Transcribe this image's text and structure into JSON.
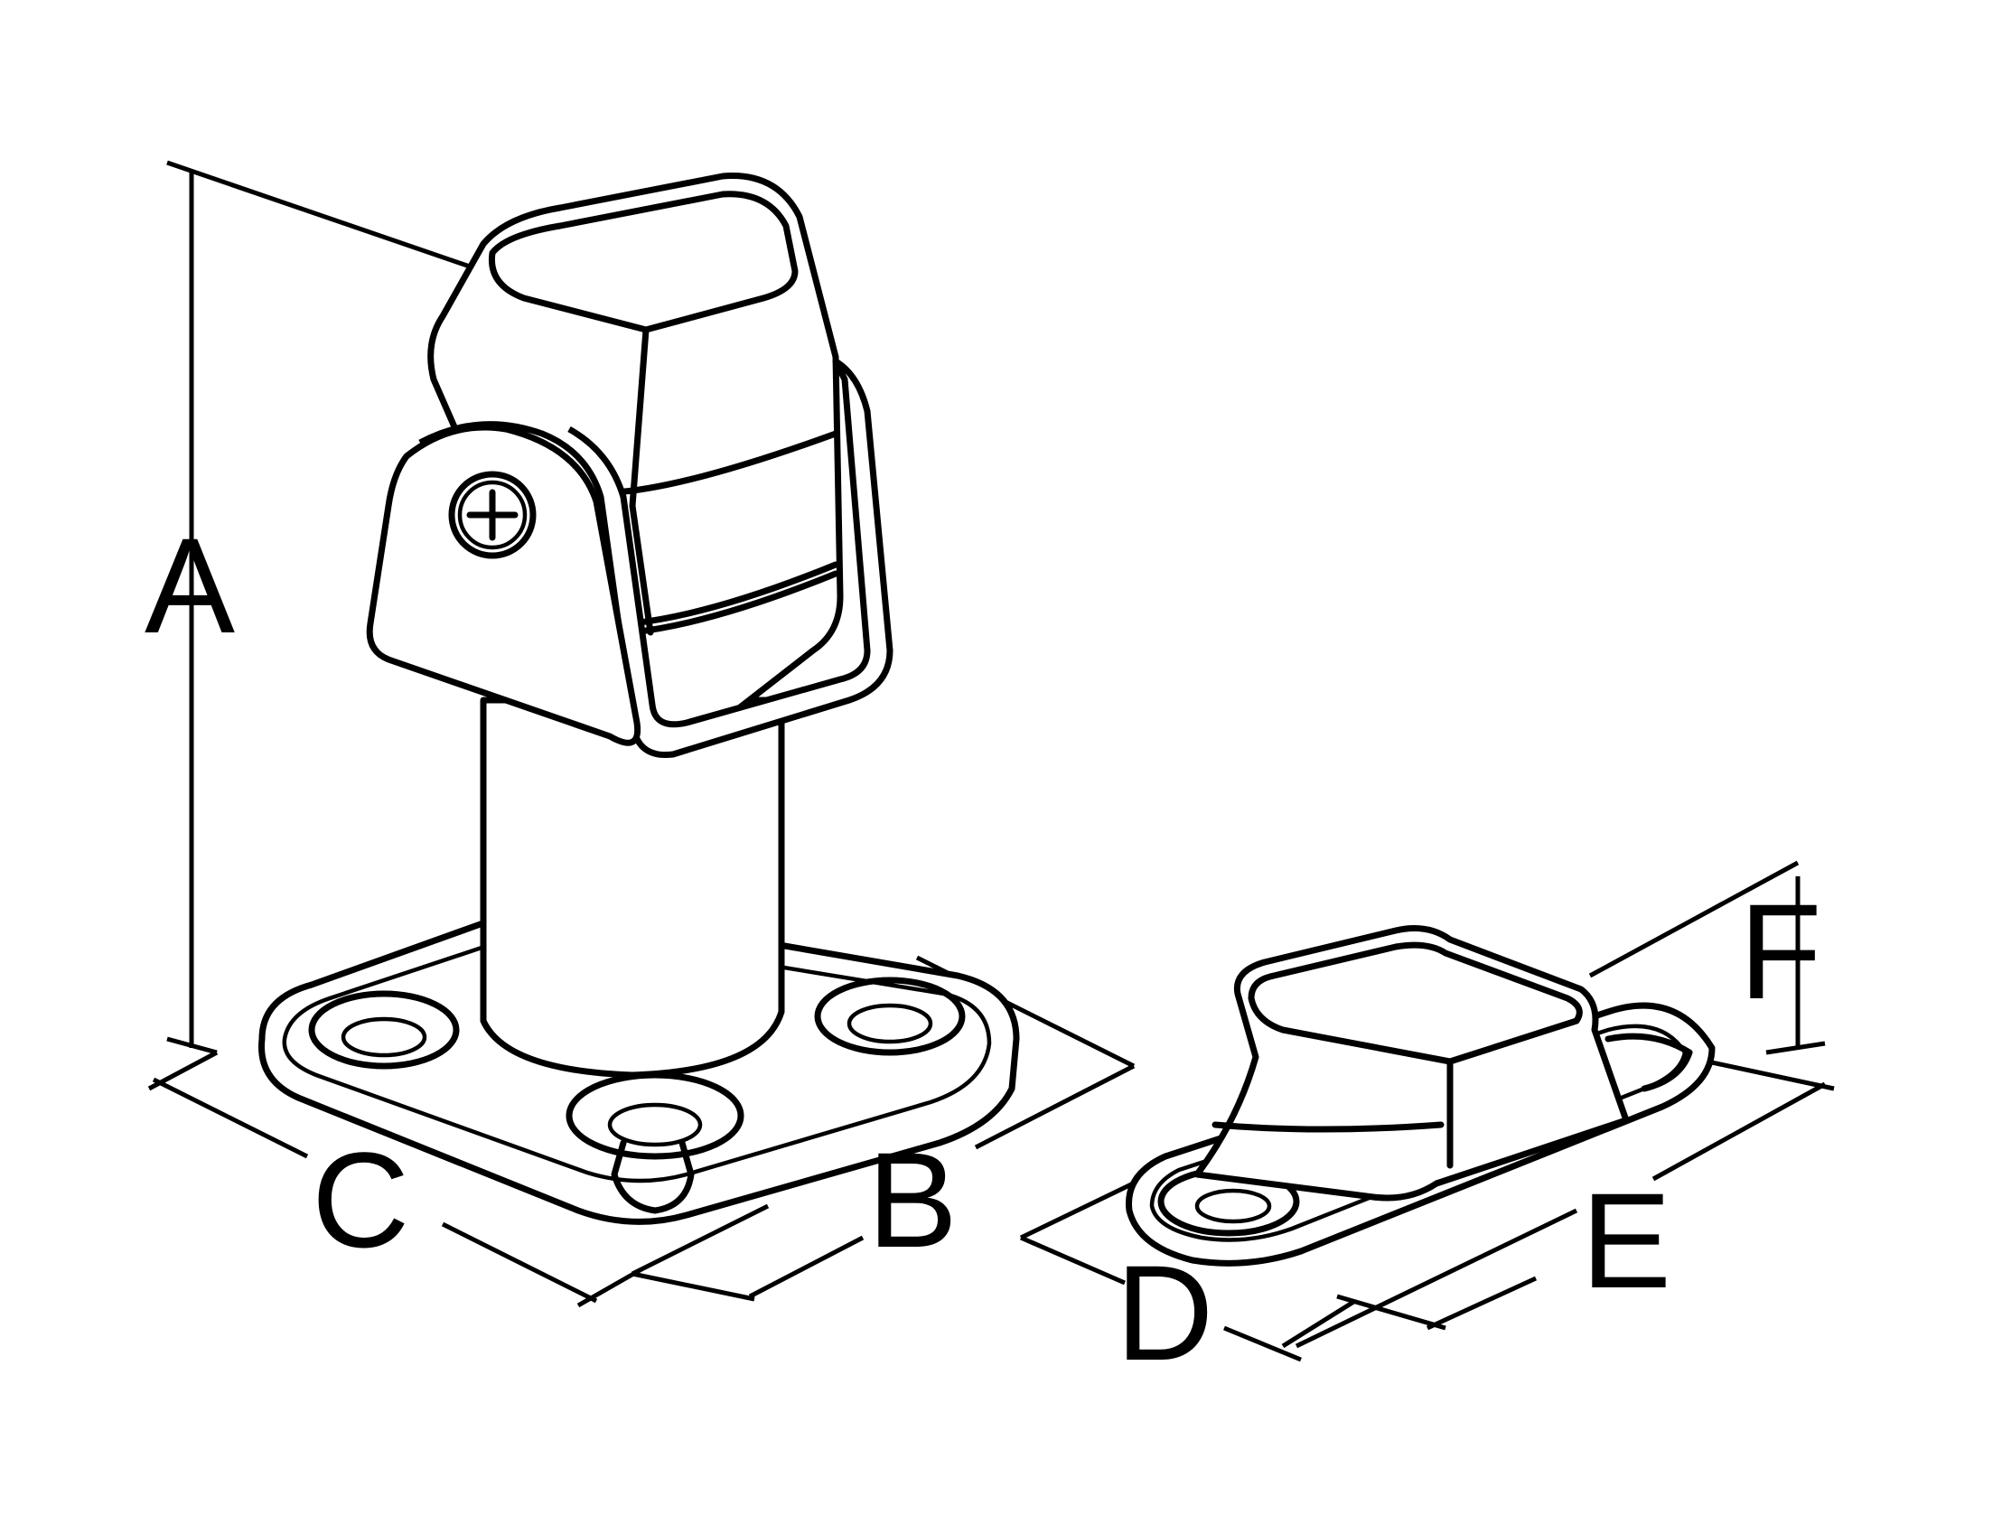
{
  "dimension_labels": {
    "a": "A",
    "b": "B",
    "c": "C",
    "d": "D",
    "e": "E",
    "f": "F"
  },
  "colors": {
    "line": "#000000",
    "background": "#ffffff"
  }
}
